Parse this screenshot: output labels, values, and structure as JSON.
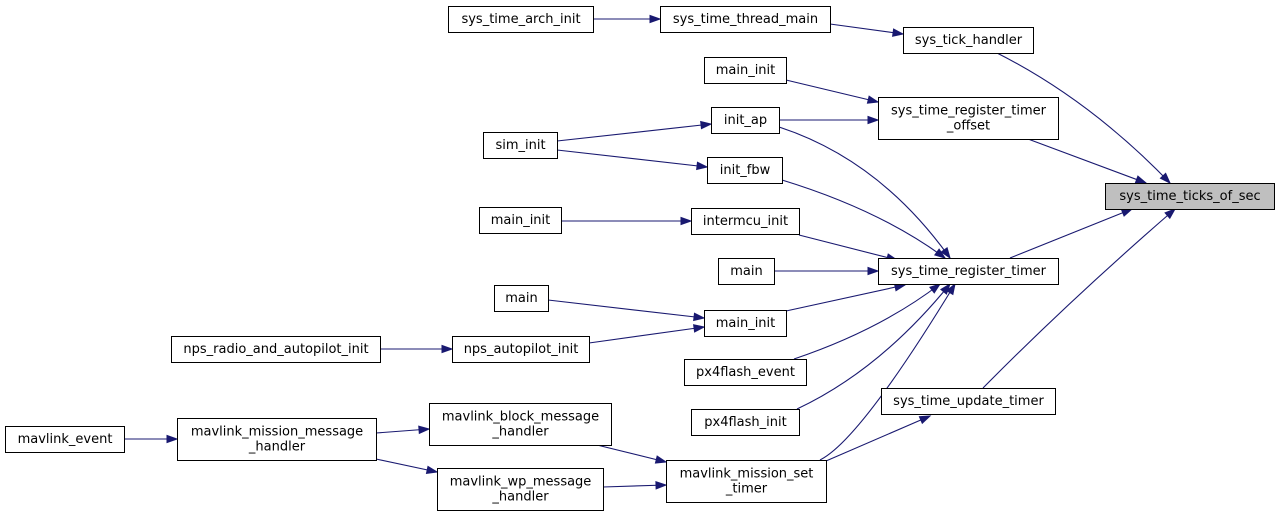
{
  "nodes": [
    {
      "id": "sys_time_ticks_of_sec",
      "lines": [
        "sys_time_ticks_of_sec"
      ],
      "highlight": true
    },
    {
      "id": "sys_time_arch_init",
      "lines": [
        "sys_time_arch_init"
      ]
    },
    {
      "id": "sys_time_thread_main",
      "lines": [
        "sys_time_thread_main"
      ]
    },
    {
      "id": "sys_tick_handler",
      "lines": [
        "sys_tick_handler"
      ]
    },
    {
      "id": "main_init_a",
      "lines": [
        "main_init"
      ]
    },
    {
      "id": "sys_time_register_timer_offset",
      "lines": [
        "sys_time_register_timer",
        "_offset"
      ]
    },
    {
      "id": "init_ap",
      "lines": [
        "init_ap"
      ]
    },
    {
      "id": "sim_init",
      "lines": [
        "sim_init"
      ]
    },
    {
      "id": "init_fbw",
      "lines": [
        "init_fbw"
      ]
    },
    {
      "id": "main_init_b",
      "lines": [
        "main_init"
      ]
    },
    {
      "id": "intermcu_init",
      "lines": [
        "intermcu_init"
      ]
    },
    {
      "id": "main_a",
      "lines": [
        "main"
      ]
    },
    {
      "id": "sys_time_register_timer",
      "lines": [
        "sys_time_register_timer"
      ]
    },
    {
      "id": "main_b",
      "lines": [
        "main"
      ]
    },
    {
      "id": "main_init_c",
      "lines": [
        "main_init"
      ]
    },
    {
      "id": "nps_radio_and_autopilot_init",
      "lines": [
        "nps_radio_and_autopilot_init"
      ]
    },
    {
      "id": "nps_autopilot_init",
      "lines": [
        "nps_autopilot_init"
      ]
    },
    {
      "id": "px4flash_event",
      "lines": [
        "px4flash_event"
      ]
    },
    {
      "id": "px4flash_init",
      "lines": [
        "px4flash_init"
      ]
    },
    {
      "id": "sys_time_update_timer",
      "lines": [
        "sys_time_update_timer"
      ]
    },
    {
      "id": "mavlink_event",
      "lines": [
        "mavlink_event"
      ]
    },
    {
      "id": "mavlink_mission_message_handler",
      "lines": [
        "mavlink_mission_message",
        "_handler"
      ]
    },
    {
      "id": "mavlink_block_message_handler",
      "lines": [
        "mavlink_block_message",
        "_handler"
      ]
    },
    {
      "id": "mavlink_wp_message_handler",
      "lines": [
        "mavlink_wp_message",
        "_handler"
      ]
    },
    {
      "id": "mavlink_mission_set_timer",
      "lines": [
        "mavlink_mission_set",
        "_timer"
      ]
    }
  ],
  "edges": [
    {
      "from": "sys_time_arch_init",
      "to": "sys_time_thread_main"
    },
    {
      "from": "sys_time_thread_main",
      "to": "sys_tick_handler"
    },
    {
      "from": "sys_tick_handler",
      "to": "sys_time_ticks_of_sec"
    },
    {
      "from": "main_init_a",
      "to": "sys_time_register_timer_offset"
    },
    {
      "from": "init_ap",
      "to": "sys_time_register_timer_offset"
    },
    {
      "from": "sim_init",
      "to": "init_ap"
    },
    {
      "from": "sim_init",
      "to": "init_fbw"
    },
    {
      "from": "init_ap",
      "to": "sys_time_register_timer"
    },
    {
      "from": "init_fbw",
      "to": "sys_time_register_timer"
    },
    {
      "from": "main_init_b",
      "to": "intermcu_init"
    },
    {
      "from": "intermcu_init",
      "to": "sys_time_register_timer"
    },
    {
      "from": "main_a",
      "to": "sys_time_register_timer"
    },
    {
      "from": "main_b",
      "to": "main_init_c"
    },
    {
      "from": "main_init_c",
      "to": "sys_time_register_timer"
    },
    {
      "from": "nps_radio_and_autopilot_init",
      "to": "nps_autopilot_init"
    },
    {
      "from": "nps_autopilot_init",
      "to": "main_init_c"
    },
    {
      "from": "px4flash_event",
      "to": "sys_time_register_timer"
    },
    {
      "from": "px4flash_init",
      "to": "sys_time_register_timer"
    },
    {
      "from": "mavlink_mission_set_timer",
      "to": "sys_time_register_timer"
    },
    {
      "from": "mavlink_mission_set_timer",
      "to": "sys_time_update_timer"
    },
    {
      "from": "sys_time_register_timer_offset",
      "to": "sys_time_ticks_of_sec"
    },
    {
      "from": "sys_time_register_timer",
      "to": "sys_time_ticks_of_sec"
    },
    {
      "from": "sys_time_update_timer",
      "to": "sys_time_ticks_of_sec"
    },
    {
      "from": "mavlink_event",
      "to": "mavlink_mission_message_handler"
    },
    {
      "from": "mavlink_mission_message_handler",
      "to": "mavlink_block_message_handler"
    },
    {
      "from": "mavlink_mission_message_handler",
      "to": "mavlink_wp_message_handler"
    },
    {
      "from": "mavlink_block_message_handler",
      "to": "mavlink_mission_set_timer"
    },
    {
      "from": "mavlink_wp_message_handler",
      "to": "mavlink_mission_set_timer"
    }
  ],
  "colors": {
    "edge": "#191970",
    "highlight_fill": "#bfbfbf",
    "node_fill": "#ffffff",
    "node_stroke": "#000000"
  }
}
